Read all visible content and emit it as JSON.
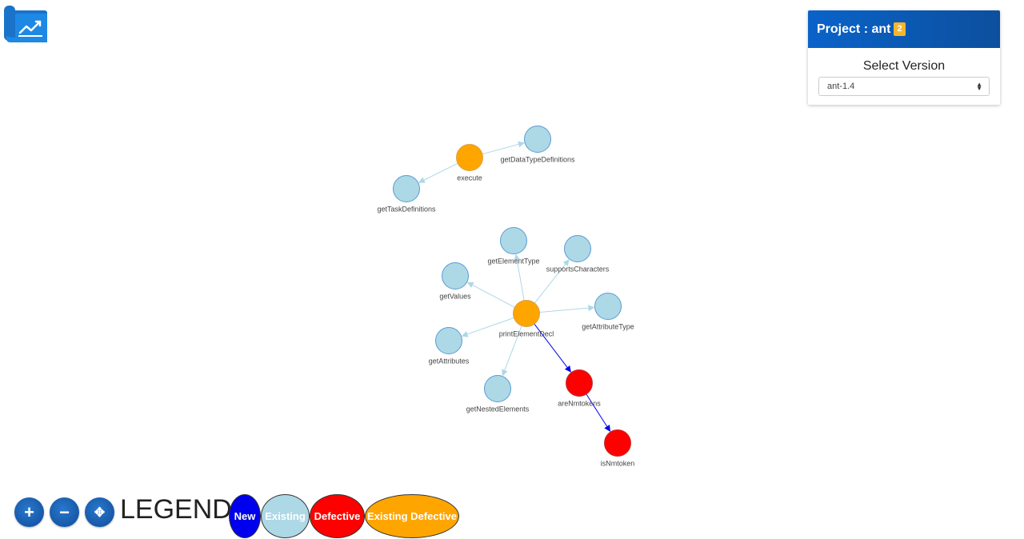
{
  "project": {
    "title": "Project : ant",
    "badge": "2",
    "select_label": "Select Version",
    "selected_version": "ant-1.4",
    "header_color": "#0a63c9"
  },
  "controls": {
    "zoom_in": "+",
    "zoom_out": "−",
    "fit": "✥"
  },
  "legend": {
    "title": "LEGEND",
    "items": [
      {
        "label": "New",
        "color": "#0000ee"
      },
      {
        "label": "Existing",
        "color": "#add8e6"
      },
      {
        "label": "Defective",
        "color": "#ff0000"
      },
      {
        "label": "Existing Defective",
        "color": "#ffa500"
      }
    ]
  },
  "graph": {
    "nodes": [
      {
        "id": "execute",
        "label": "execute",
        "status": "Existing Defective"
      },
      {
        "id": "getDataTypeDefinitions",
        "label": "getDataTypeDefinitions",
        "status": "Existing"
      },
      {
        "id": "getTaskDefinitions",
        "label": "getTaskDefinitions",
        "status": "Existing"
      },
      {
        "id": "getElementType",
        "label": "getElementType",
        "status": "Existing"
      },
      {
        "id": "supportsCharacters",
        "label": "supportsCharacters",
        "status": "Existing"
      },
      {
        "id": "getValues",
        "label": "getValues",
        "status": "Existing"
      },
      {
        "id": "printElementDecl",
        "label": "printElementDecl",
        "status": "Existing Defective"
      },
      {
        "id": "getAttributeType",
        "label": "getAttributeType",
        "status": "Existing"
      },
      {
        "id": "getAttributes",
        "label": "getAttributes",
        "status": "Existing"
      },
      {
        "id": "getNestedElements",
        "label": "getNestedElements",
        "status": "Existing"
      },
      {
        "id": "areNmtokens",
        "label": "areNmtokens",
        "status": "Defective"
      },
      {
        "id": "isNmtoken",
        "label": "isNmtoken",
        "status": "Defective"
      }
    ],
    "edges": [
      {
        "from": "execute",
        "to": "getDataTypeDefinitions",
        "kind": "existing"
      },
      {
        "from": "execute",
        "to": "getTaskDefinitions",
        "kind": "existing"
      },
      {
        "from": "printElementDecl",
        "to": "getElementType",
        "kind": "existing"
      },
      {
        "from": "printElementDecl",
        "to": "supportsCharacters",
        "kind": "existing"
      },
      {
        "from": "printElementDecl",
        "to": "getValues",
        "kind": "existing"
      },
      {
        "from": "printElementDecl",
        "to": "getAttributeType",
        "kind": "existing"
      },
      {
        "from": "printElementDecl",
        "to": "getAttributes",
        "kind": "existing"
      },
      {
        "from": "printElementDecl",
        "to": "getNestedElements",
        "kind": "existing"
      },
      {
        "from": "printElementDecl",
        "to": "areNmtokens",
        "kind": "defective"
      },
      {
        "from": "areNmtokens",
        "to": "isNmtoken",
        "kind": "defective"
      }
    ]
  }
}
